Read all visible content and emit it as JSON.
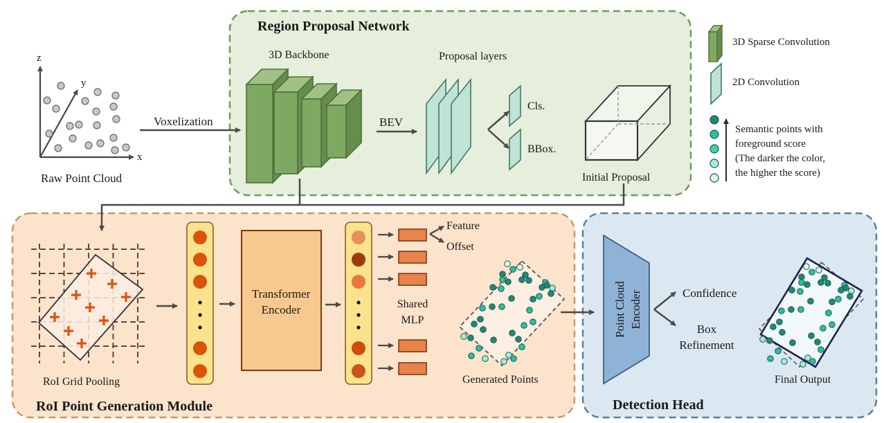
{
  "raw_cloud": {
    "label": "Raw Point Cloud",
    "axes": {
      "x": "x",
      "y": "y",
      "z": "z"
    }
  },
  "arrows": {
    "voxelization": "Voxelization",
    "bev": "BEV"
  },
  "rpn": {
    "title": "Region Proposal Network",
    "backbone_label": "3D Backbone",
    "proposal_layers_label": "Proposal layers",
    "cls_label": "Cls.",
    "bbox_label": "BBox.",
    "initial_proposal_label": "Initial Proposal"
  },
  "legend": {
    "sparse_conv": "3D Sparse Convolution",
    "conv2d": "2D Convolution",
    "semantic_lines": [
      "Semantic points with",
      "foreground score",
      "(The darker the color,",
      "the higher the score)"
    ],
    "score_colors": [
      "#1f8a76",
      "#2bbfa0",
      "#40d0b0",
      "#a6ebdd",
      "#d9f7f1"
    ]
  },
  "rpg": {
    "title": "RoI Point Generation Module",
    "grid_pooling_label": "RoI Grid Pooling",
    "transformer_lines": [
      "Transformer",
      "Encoder"
    ],
    "shared_mlp_lines": [
      "Shared",
      "MLP"
    ],
    "feature_label": "Feature",
    "offset_label": "Offset",
    "generated_points_label": "Generated Points"
  },
  "head": {
    "title": "Detection Head",
    "encoder_lines": [
      "Point Cloud",
      "Encoder"
    ],
    "confidence_label": "Confidence",
    "refinement_lines": [
      "Box",
      "Refinement"
    ],
    "final_output_label": "Final Output"
  },
  "colors": {
    "rpn_bg": "#e6efdb",
    "rpn_border": "#6f9a5a",
    "rpg_bg": "#fbe3cc",
    "rpg_border": "#c69a60",
    "head_bg": "#dce8f1",
    "head_border": "#5a7f99",
    "backbone_front": "#7fa863",
    "backbone_top": "#a0c085",
    "backbone_side": "#668d4d",
    "conv2d_fill": "#bfe3d6",
    "orange_dot": "#d9540a",
    "mlp_box": "#e8834a",
    "transformer_fill": "#f8c98f",
    "encoder_fill": "#8fb3d6"
  }
}
